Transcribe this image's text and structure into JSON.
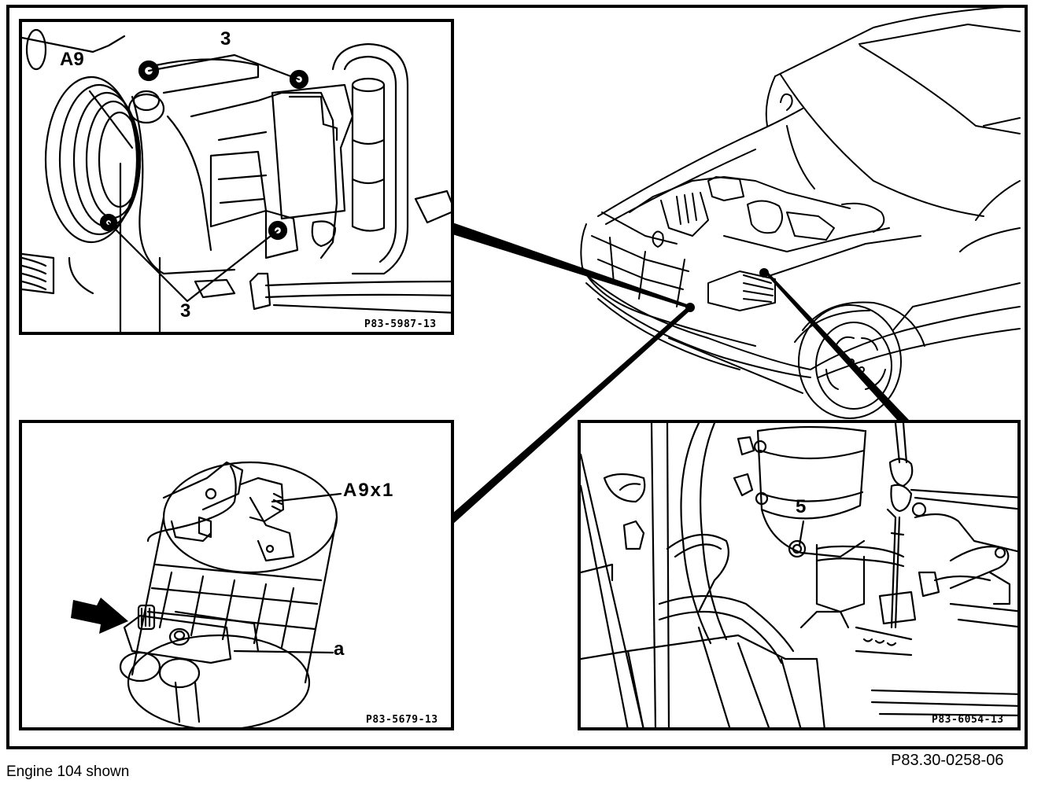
{
  "diagram": {
    "caption_left": "Engine 104 shown",
    "figure_code": "P83.30-0258-06",
    "insets": [
      {
        "id": "top-left",
        "ref_code": "P83-5987-13",
        "callouts": [
          "A9",
          "3",
          "3"
        ]
      },
      {
        "id": "bottom-left",
        "ref_code": "P83-5679-13",
        "callouts": [
          "A9x1",
          "a"
        ]
      },
      {
        "id": "bottom-right",
        "ref_code": "P83-6054-13",
        "callouts": [
          "5"
        ]
      }
    ],
    "line_color": "#000000",
    "background_color": "#ffffff"
  }
}
